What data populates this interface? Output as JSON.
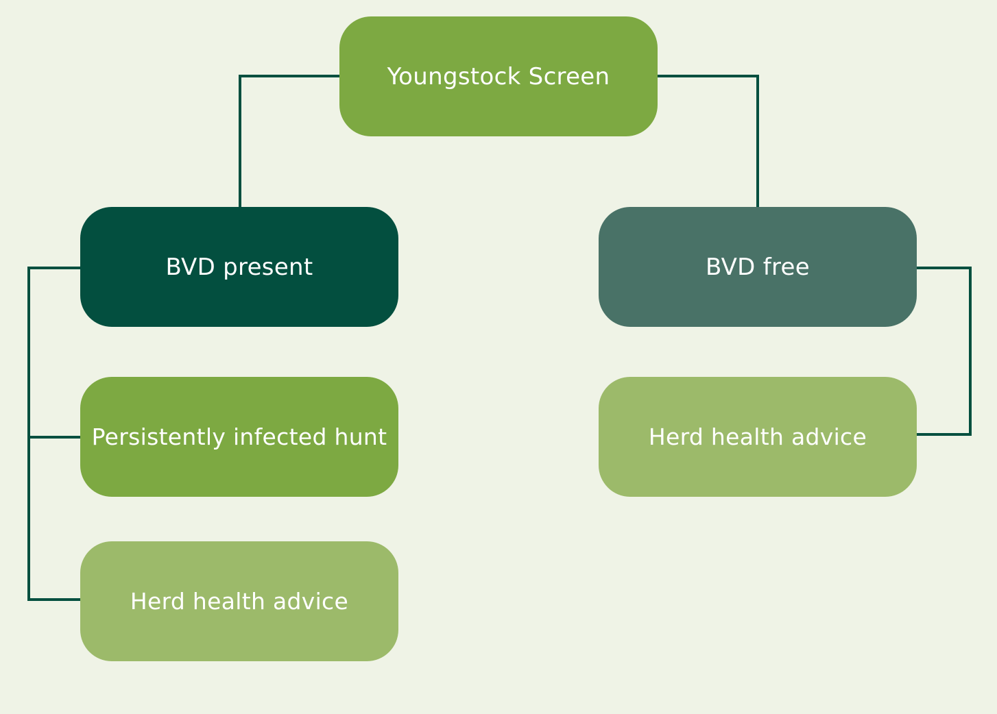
{
  "diagram": {
    "root": {
      "label": "Youngstock Screen",
      "color": "#7da942"
    },
    "left": {
      "label": "BVD present",
      "color": "#034f3f",
      "children": [
        {
          "label": "Persistently infected hunt",
          "color": "#7da942"
        },
        {
          "label": "Herd health advice",
          "color": "#9cba6a"
        }
      ]
    },
    "right": {
      "label": "BVD free",
      "color": "#497267",
      "children": [
        {
          "label": "Herd health advice",
          "color": "#9cba6a"
        }
      ]
    },
    "connector_color": "#034f3f",
    "background_color": "#eff3e6"
  }
}
